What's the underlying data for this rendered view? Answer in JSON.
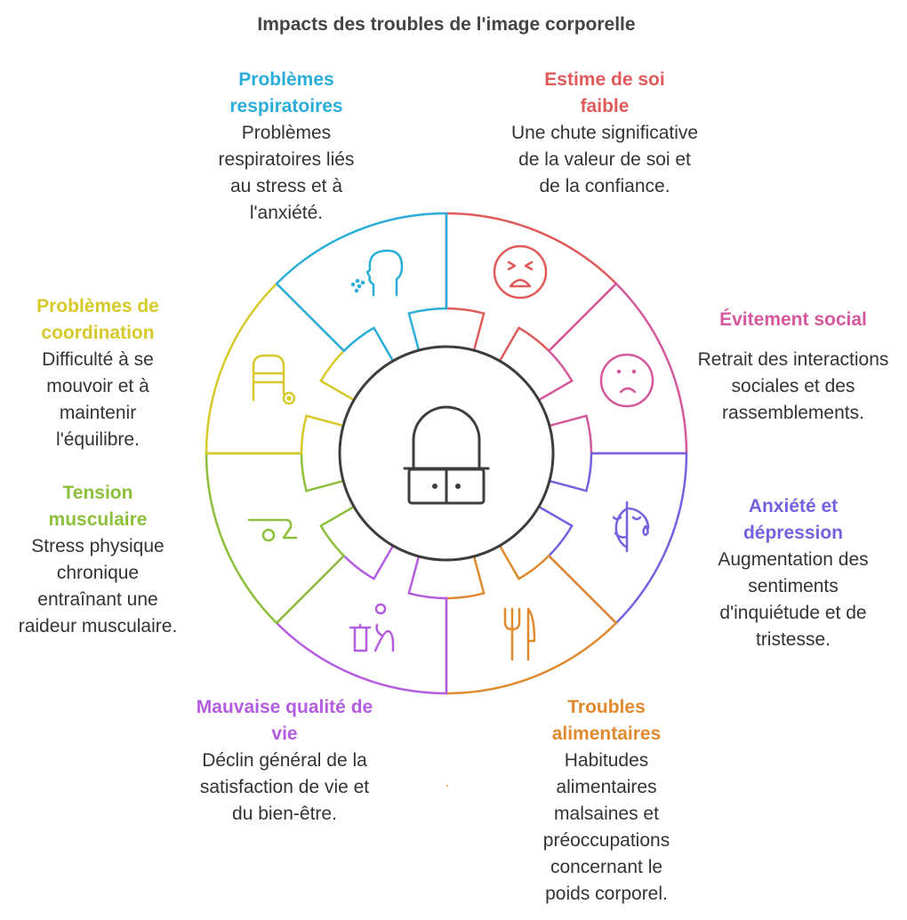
{
  "title": "Impacts des troubles de l'image corporelle",
  "center_icon": "cabinet-lock-icon",
  "sectors": [
    {
      "heading": "Estime de soi faible",
      "body": "Une chute significative de la valeur de soi et de la confiance.",
      "color": "#e05a5a",
      "icon": "angry-face-icon"
    },
    {
      "heading": "Évitement social",
      "body": "Retrait des interactions sociales et des rassemblements.",
      "color": "#d6589c",
      "icon": "sad-face-icon"
    },
    {
      "heading": "Anxiété et dépression",
      "body": "Augmentation des sentiments d'inquiétude et de tristesse.",
      "color": "#7561e0",
      "icon": "drama-masks-icon"
    },
    {
      "heading": "Troubles alimentaires",
      "body": "Habitudes alimentaires malsaines et préoccupations concernant le poids corporel.",
      "color": "#e0892f",
      "icon": "fork-knife-icon"
    },
    {
      "heading": "Mauvaise qualité de vie",
      "body": "Déclin général de la satisfaction de vie et du bien-être.",
      "color": "#b45ce0",
      "icon": "trash-person-icon"
    },
    {
      "heading": "Tension musculaire",
      "body": "Stress physique chronique entraînant une raideur musculaire.",
      "color": "#8cbf3a",
      "icon": "stretching-person-icon"
    },
    {
      "heading": "Problèmes de coordination",
      "body": "Difficulté à se mouvoir et à maintenir l'équilibre.",
      "color": "#d6c92a",
      "icon": "walker-icon"
    },
    {
      "heading": "Problèmes respiratoires",
      "body": "Problèmes respiratoires liés au stress et à l'anxiété.",
      "color": "#2aaed9",
      "icon": "coughing-head-icon"
    }
  ]
}
